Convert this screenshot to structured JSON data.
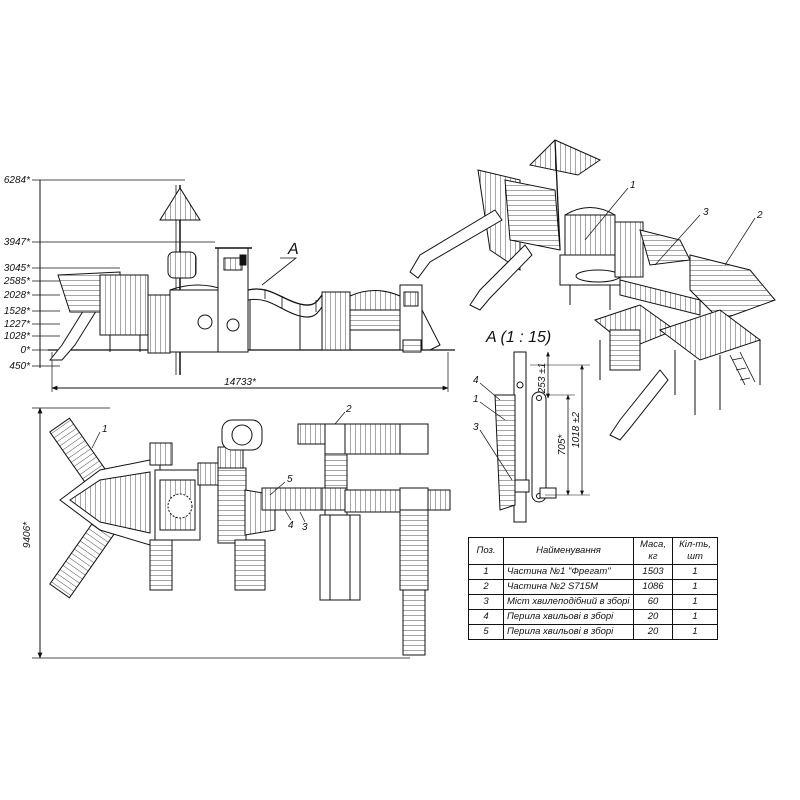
{
  "front_view": {
    "height_dims": [
      "6284*",
      "3947*",
      "3045*",
      "2585*",
      "2028*",
      "1528*",
      "1227*",
      "1028*",
      "0*",
      "450*"
    ],
    "length_dim": "14733*",
    "section_marker": "A"
  },
  "plan_view": {
    "width_dim": "9406*",
    "callouts": [
      "1",
      "2",
      "5",
      "4",
      "3"
    ]
  },
  "iso_view": {
    "callouts": [
      "1",
      "3",
      "2"
    ]
  },
  "detail_view": {
    "title": "A (1 : 15)",
    "dims": [
      "253 ±1",
      "705*",
      "1018 ±2"
    ],
    "callouts": [
      "4",
      "1",
      "3"
    ]
  },
  "parts_table": {
    "headers": {
      "pos": "Поз.",
      "name": "Найменування",
      "mass": "Маса, кг",
      "qty": "Кіл-ть, шт"
    },
    "rows": [
      {
        "pos": "1",
        "name": "Частина №1 \"Фрегат\"",
        "mass": "1503",
        "qty": "1"
      },
      {
        "pos": "2",
        "name": "Частина №2  S715M",
        "mass": "1086",
        "qty": "1"
      },
      {
        "pos": "3",
        "name": "Міст хвилеподібний в зборі",
        "mass": "60",
        "qty": "1"
      },
      {
        "pos": "4",
        "name": "Перила хвильові в зборі",
        "mass": "20",
        "qty": "1"
      },
      {
        "pos": "5",
        "name": "Перила хвильові в зборі",
        "mass": "20",
        "qty": "1"
      }
    ]
  }
}
